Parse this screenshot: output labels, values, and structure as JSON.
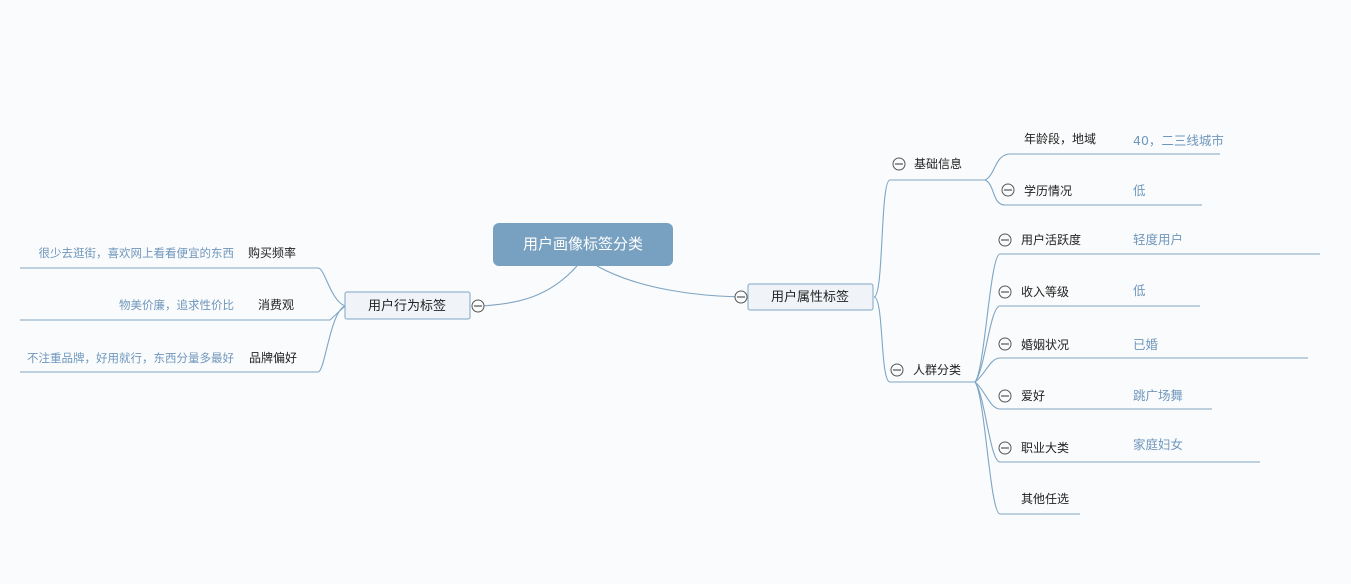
{
  "root": {
    "label": "用户画像标签分类"
  },
  "left_branch": {
    "label": "用户行为标签",
    "items": [
      {
        "label": "购买频率",
        "value": "很少去逛街，喜欢网上看看便宜的东西"
      },
      {
        "label": "消费观",
        "value": "物美价廉，追求性价比"
      },
      {
        "label": "品牌偏好",
        "value": "不注重品牌，好用就行，东西分量多最好"
      }
    ]
  },
  "right_branch": {
    "label": "用户属性标签",
    "groups": [
      {
        "label": "基础信息",
        "items": [
          {
            "label": "年龄段，地域",
            "value": "40，二三线城市"
          },
          {
            "label": "学历情况",
            "value": "低"
          }
        ]
      },
      {
        "label": "人群分类",
        "items": [
          {
            "label": "用户活跃度",
            "value": "轻度用户"
          },
          {
            "label": "收入等级",
            "value": "低"
          },
          {
            "label": "婚姻状况",
            "value": "已婚"
          },
          {
            "label": "爱好",
            "value": "跳广场舞"
          },
          {
            "label": "职业大类",
            "value": "家庭妇女"
          },
          {
            "label": "其他任选",
            "value": ""
          }
        ]
      }
    ]
  }
}
